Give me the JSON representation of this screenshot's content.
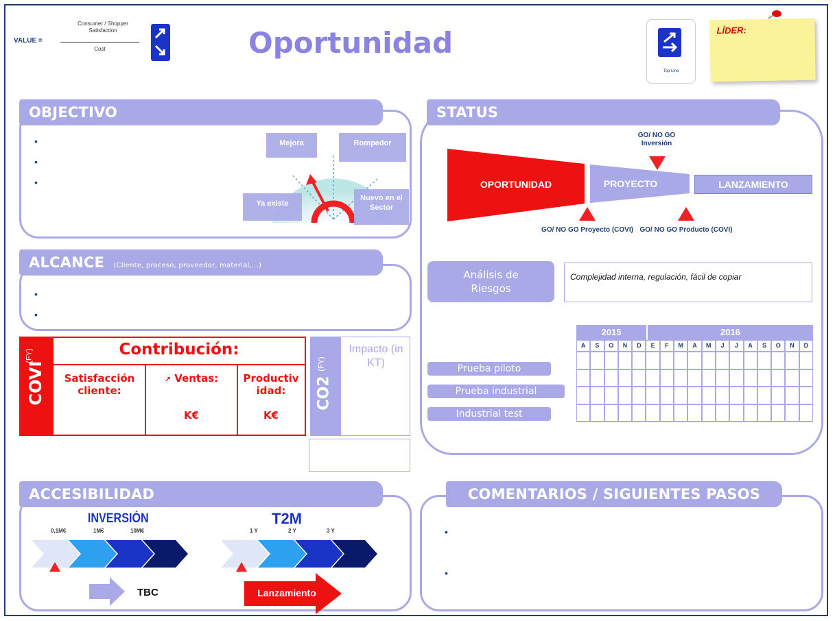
{
  "header": {
    "value_label": "VALUE =",
    "numerator": "Consumer / Shopper Satisfaction",
    "denominator": "Cost",
    "title": "Oportunidad",
    "top_line_label": "Top Line",
    "leader_label": "LÍDER:"
  },
  "objetivo": {
    "title": "OBJECTIVO",
    "bullets": [
      "•",
      "•",
      "•"
    ],
    "gauge_labels": {
      "mejora": "Mejora",
      "rompedor": "Rompedor",
      "ya_existe": "Ya existe",
      "nuevo": "Nuevo en el Sector"
    }
  },
  "alcance": {
    "title": "ALCANCE",
    "subtitle": "(Cliente, proceso, proveedor, material,…)",
    "bullets": [
      "•",
      "•"
    ]
  },
  "covi": {
    "side_label": "COVI",
    "fy": "(FY)",
    "title": "Contribución:",
    "col1": "Satisfacción cliente:",
    "col2_label": "Ventas:",
    "col2_sym": "↗",
    "col2_unit": "K€",
    "col3": "Productividad:",
    "col3_unit": "K€"
  },
  "co2": {
    "side_label": "CO2",
    "fy": "(FY)",
    "impact": "Impacto (in KT)"
  },
  "status": {
    "title": "STATUS",
    "stages": [
      "OPORTUNIDAD",
      "PROYECTO",
      "LANZAMIENTO"
    ],
    "gonogo_top": "GO/ NO GO Inversión",
    "gonogo_proyecto": "GO/ NO GO Proyecto (COVI)",
    "gonogo_producto": "GO/ NO GO Producto (COVI)",
    "riesgos_label": "Análisis de Riesgos",
    "riesgos_text": "Complejidad interna, regulación, fácil de copiar",
    "years": [
      "2015",
      "2016"
    ],
    "months_2015": [
      "A",
      "S",
      "O",
      "N",
      "D"
    ],
    "months_2016": [
      "E",
      "F",
      "M",
      "A",
      "M",
      "J",
      "J",
      "A",
      "S",
      "O",
      "N",
      "D"
    ],
    "tasks": [
      "Prueba piloto",
      "Prueba industrial",
      "Industrial test"
    ]
  },
  "accesibilidad": {
    "title": "ACCESIBILIDAD",
    "inversion_title": "INVERSIÓN",
    "inversion_ticks": [
      "0,1M€",
      "1M€",
      "10M€"
    ],
    "t2m_title": "T2M",
    "t2m_ticks": [
      "1 Y",
      "2 Y",
      "3 Y"
    ],
    "tbc": "TBC",
    "lanzamiento": "Lanzamiento"
  },
  "comentarios": {
    "title": "COMENTARIOS / SIGUIENTES PASOS",
    "bullets": [
      "•",
      "•"
    ]
  },
  "colors": {
    "accent": "#a9a9e8",
    "red": "#ee1111",
    "navy": "#1f3f7a",
    "title": "#8a84e0"
  }
}
